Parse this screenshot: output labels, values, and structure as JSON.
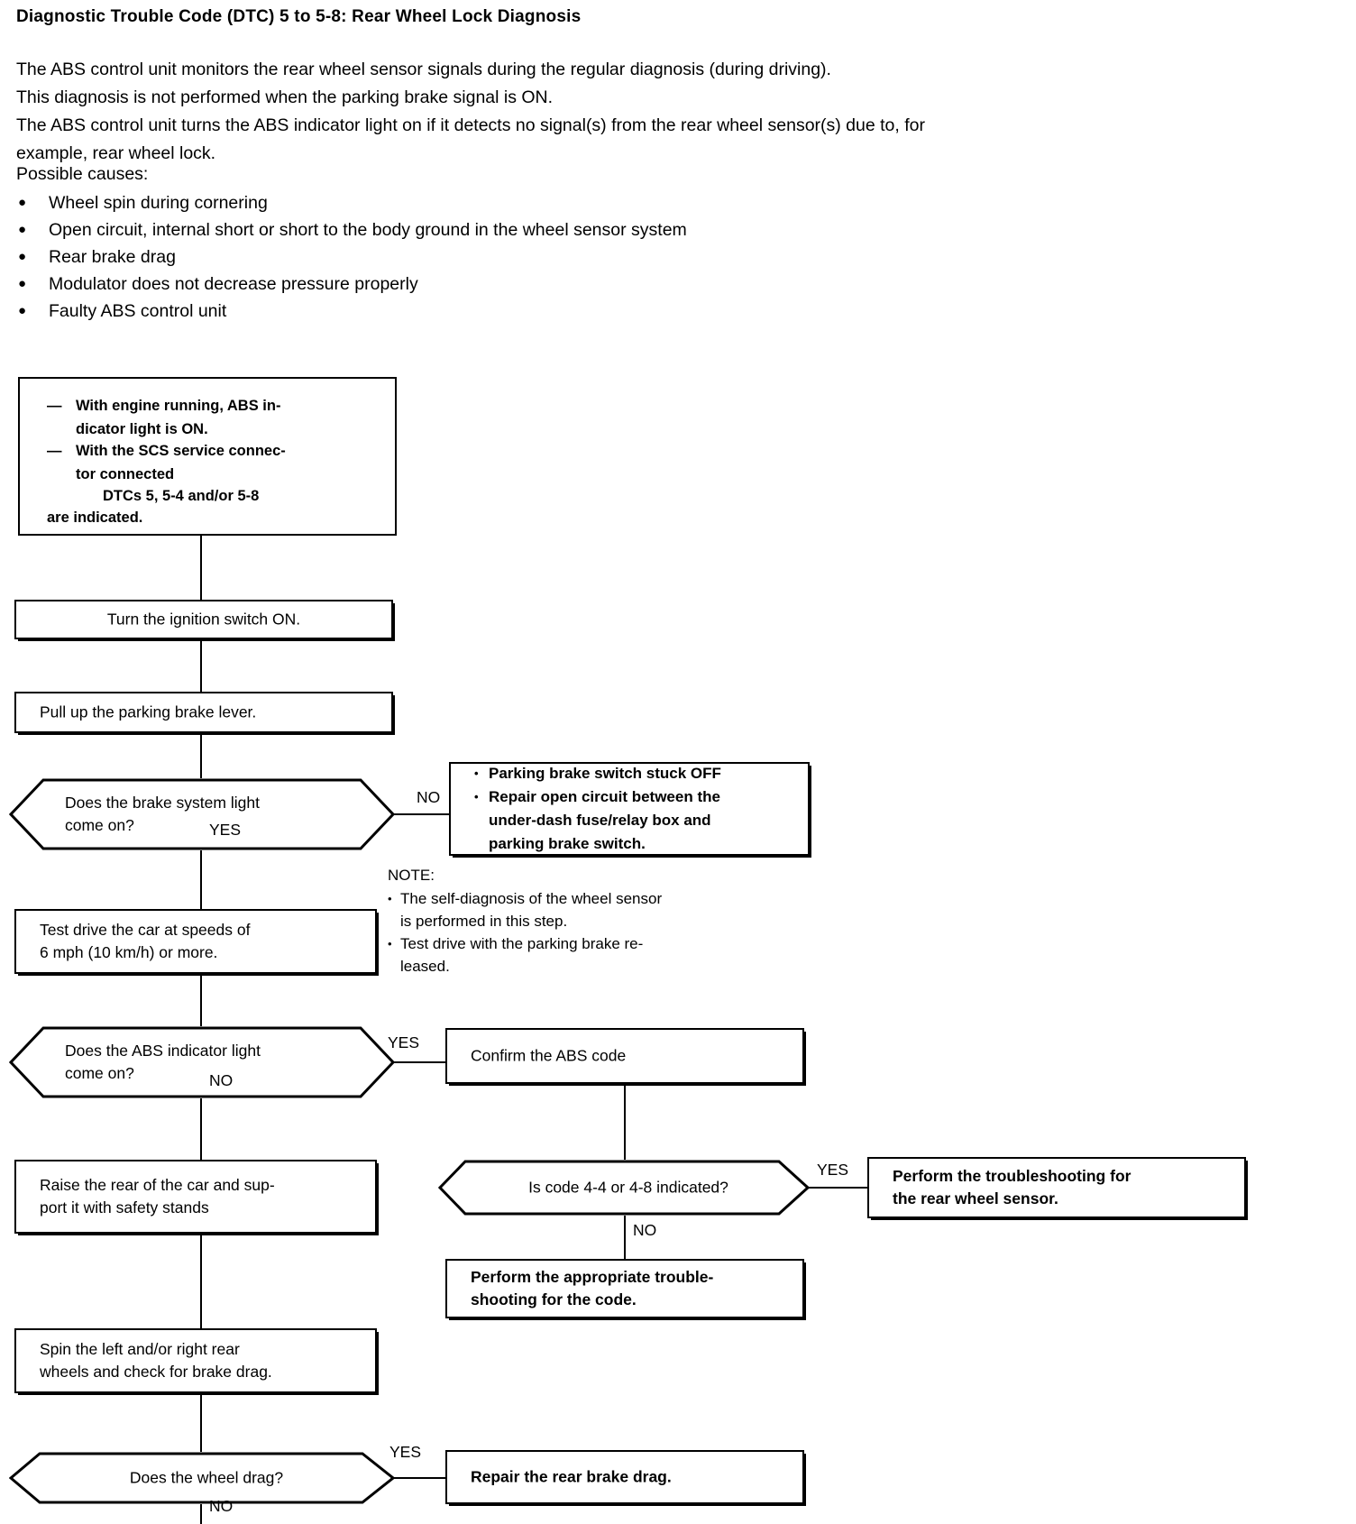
{
  "document": {
    "title": "Diagnostic Trouble Code (DTC) 5 to 5-8: Rear Wheel Lock Diagnosis",
    "paragraphs": [
      "The ABS control unit monitors the rear wheel sensor signals during the regular diagnosis (during driving).",
      "This diagnosis is not performed when the parking brake signal is ON.",
      "The ABS control unit turns the ABS indicator light on if it detects no signal(s) from the rear wheel sensor(s) due to, for",
      "example, rear wheel lock."
    ],
    "causes_label": "Possible causes:",
    "causes": [
      "Wheel spin during cornering",
      "Open circuit, internal short or short to the body ground in the wheel sensor system",
      "Rear brake drag",
      "Modulator does not decrease pressure properly",
      "Faulty ABS control unit"
    ],
    "bullet_glyph": "●",
    "dash_glyph": "—"
  },
  "flowchart": {
    "condition_box": {
      "line1": "With engine running, ABS in-",
      "line2": "dicator light is ON.",
      "line3": "With the SCS service connec-",
      "line4": "tor connected",
      "line5": "DTCs 5, 5-4 and/or 5-8",
      "line6": "are indicated."
    },
    "step_ignition": "Turn the ignition switch ON.",
    "step_parking_brake": "Pull up the parking brake lever.",
    "decision_brake_light": {
      "line1": "Does the brake system light",
      "line2": "come on?"
    },
    "repair_parking_brake": {
      "item1": "Parking brake switch stuck OFF",
      "item2": "Repair open circuit between the",
      "item2_cont1": "under-dash fuse/relay box and",
      "item2_cont2": "parking brake switch."
    },
    "note": {
      "heading": "NOTE:",
      "item1": "The self-diagnosis of the wheel sensor",
      "item1_cont": "is performed in this step.",
      "item2": "Test drive with the parking brake re-",
      "item2_cont": "leased."
    },
    "step_test_drive": {
      "line1": "Test drive the car at speeds of",
      "line2": "6 mph (10 km/h) or more."
    },
    "decision_abs_light": {
      "line1": "Does the ABS indicator light",
      "line2": "come on?"
    },
    "step_confirm_code": "Confirm the ABS code",
    "step_raise_car": {
      "line1": "Raise the rear of the car and sup-",
      "line2": "port it with safety stands"
    },
    "decision_code_44_48": "Is code 4-4 or 4-8 indicated?",
    "action_rear_wheel_sensor": {
      "line1": "Perform the troubleshooting for",
      "line2": "the rear wheel sensor."
    },
    "action_appropriate_code": {
      "line1": "Perform the appropriate trouble-",
      "line2": "shooting for the code."
    },
    "step_spin_wheels": {
      "line1": "Spin the left and/or right rear",
      "line2": "wheels and check for brake drag."
    },
    "decision_wheel_drag": "Does the wheel drag?",
    "action_repair_drag": "Repair the rear brake drag.",
    "labels": {
      "no_1": "NO",
      "yes_1": "YES",
      "yes_2": "YES",
      "no_2": "NO",
      "yes_3": "YES",
      "no_3": "NO",
      "yes_4": "YES",
      "no_4": "NO"
    }
  }
}
